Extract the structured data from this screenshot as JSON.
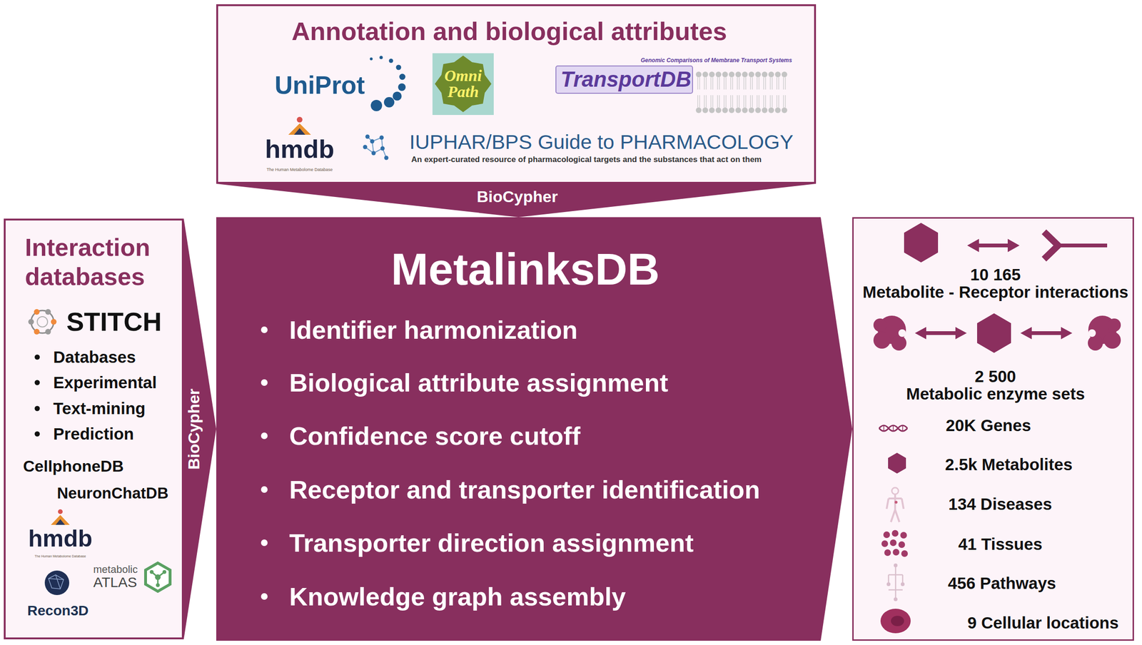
{
  "diagram": {
    "nodes": [
      {
        "text": [
          "Annotation and biological attributes"
        ]
      },
      {
        "text": [
          "Interaction databases"
        ]
      },
      {
        "text": [
          "MetalinksDB",
          "Identifier harmonization",
          "Biological attribute assignment",
          "Confidence score cutoff",
          "Receptor and transporter identification",
          "Transporter direction assignment",
          "Knowledge graph assembly"
        ]
      },
      {
        "text": [
          "10 165",
          "Metabolite - Receptor interactions",
          "2 500",
          "Metabolic enzyme sets",
          "20K Genes",
          "2.5k Metabolites",
          "134 Diseases",
          "41 Tissues",
          "456 Pathways",
          "9 Cellular locations"
        ]
      }
    ],
    "edges": [
      {
        "from": 0,
        "to": 2,
        "arrow": "to",
        "label": "BioCypher"
      },
      {
        "from": 1,
        "to": 2,
        "arrow": "to",
        "label": "BioCypher"
      },
      {
        "from": 2,
        "to": 3,
        "arrow": "to"
      }
    ],
    "labels": [
      "UniProt",
      "Omni Path",
      "Genomic Comparisons of Membrane Transport Systems",
      "TransportDB",
      "hmdb",
      "The Human Metabolome Database",
      "IUPHAR/BPS Guide to PHARMACOLOGY",
      "An expert-curated resource of pharmacological targets and the substances that act on them",
      "STITCH",
      "Databases",
      "Experimental",
      "Text-mining",
      "Prediction",
      "CellphoneDB",
      "NeuronChatDB",
      "hmdb",
      "The Human Metabolome Database",
      "metabolic",
      "ATLAS",
      "Recon3D"
    ]
  }
}
